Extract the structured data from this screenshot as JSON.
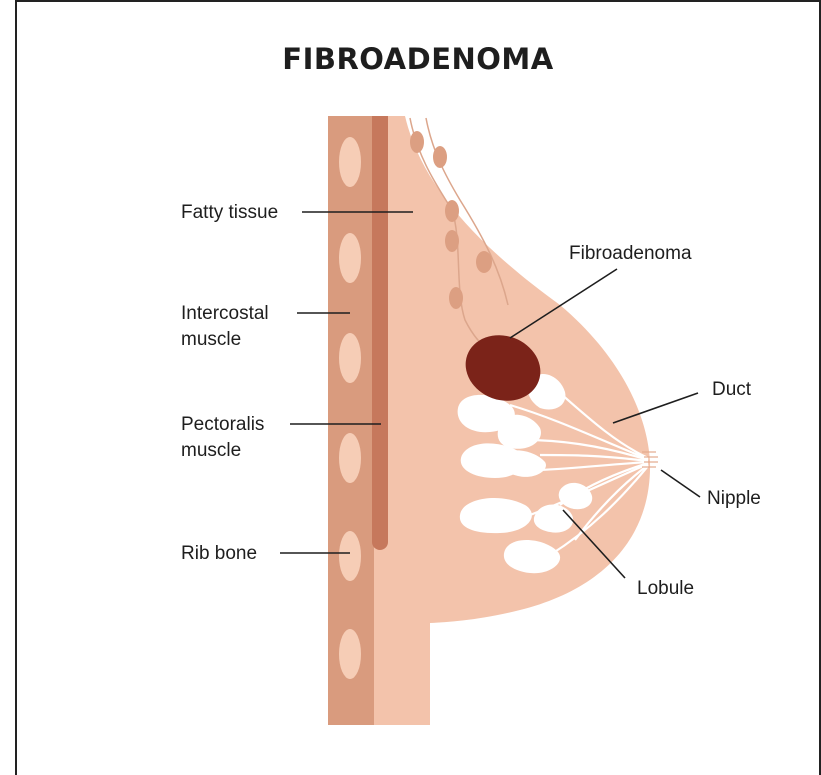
{
  "title": "FIBROADENOMA",
  "labels": {
    "fatty_tissue": "Fatty tissue",
    "intercostal_1": "Intercostal",
    "intercostal_2": "muscle",
    "pectoralis_1": "Pectoralis",
    "pectoralis_2": "muscle",
    "rib_bone": "Rib bone",
    "fibroadenoma": "Fibroadenoma",
    "duct": "Duct",
    "nipple": "Nipple",
    "lobule": "Lobule"
  },
  "colors": {
    "skin": "#f3c3ab",
    "chest_wall": "#d99b7e",
    "rib": "#f6cdb6",
    "pectoralis": "#c6785c",
    "lymph_node": "#dc9f82",
    "tumor": "#7b2319",
    "lobule": "#ffffff",
    "line": "#1e1e1e"
  }
}
